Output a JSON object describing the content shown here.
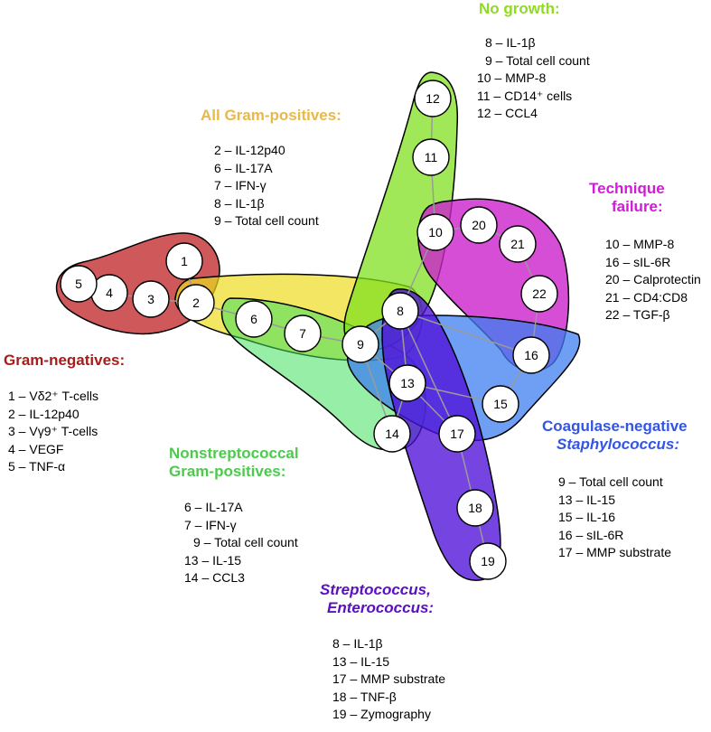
{
  "groups": {
    "no_growth": {
      "title": "No growth:",
      "color": "#99e600",
      "items": [
        "8 – IL-1β",
        "9 – Total cell count",
        "10 – MMP-8",
        "11 – CD14⁺ cells",
        "12 – CCL4"
      ]
    },
    "all_gram_pos": {
      "title": "All Gram-positives:",
      "color": "#e8b84a",
      "items": [
        "2 – IL-12p40",
        "6 – IL-17A",
        "7 – IFN-γ",
        "8 – IL-1β",
        "9 – Total cell count"
      ]
    },
    "technique_failure": {
      "title_lines": [
        "Technique",
        "failure:"
      ],
      "color": "#d21ad8",
      "items": [
        "10 – MMP-8",
        "16 – sIL-6R",
        "20 – Calprotectin",
        "21 – CD4:CD8",
        "22 – TGF-β"
      ]
    },
    "gram_neg": {
      "title": "Gram-negatives:",
      "color": "#a81c1c",
      "items": [
        "1 – Vδ2⁺ T-cells",
        "2 – IL-12p40",
        "3 – Vγ9⁺ T-cells",
        "4 – VEGF",
        "5 – TNF-α"
      ]
    },
    "nonstrep": {
      "title_lines": [
        "Nonstreptococcal",
        "Gram-positives:"
      ],
      "color": "#4fc84f",
      "items": [
        "6 – IL-17A",
        "7 – IFN-γ",
        "9 – Total cell count",
        "13 – IL-15",
        "14 – CCL3"
      ]
    },
    "cons": {
      "title_lines": [
        "Coagulase-negative",
        "Staphylococcus:"
      ],
      "color": "#3355e6",
      "items": [
        "9 – Total cell count",
        "13 – IL-15",
        "15 – IL-16",
        "16 – sIL-6R",
        "17 – MMP substrate"
      ]
    },
    "strep": {
      "title_lines": [
        "Streptococcus,",
        "Enterococcus:"
      ],
      "color": "#5a10c0",
      "items": [
        "8 – IL-1β",
        "13 – IL-15",
        "17 – MMP substrate",
        "18 – TNF-β",
        "19 – Zymography"
      ]
    }
  },
  "nodes": [
    "1",
    "2",
    "3",
    "4",
    "5",
    "6",
    "7",
    "8",
    "9",
    "10",
    "11",
    "12",
    "13",
    "14",
    "15",
    "16",
    "17",
    "18",
    "19",
    "20",
    "21",
    "22"
  ]
}
